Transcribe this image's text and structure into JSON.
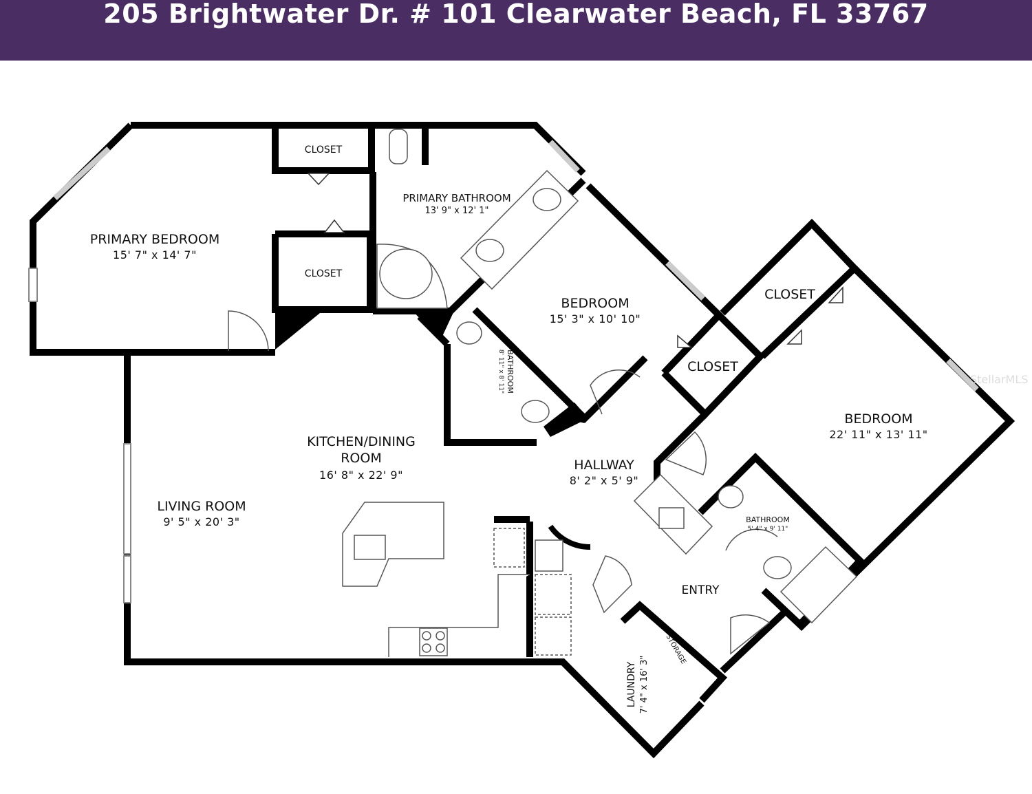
{
  "header": {
    "title": "205 Brightwater Dr. # 101 Clearwater Beach, FL 33767",
    "color": "#4a2d63"
  },
  "watermark": "StellarMLS",
  "rooms": {
    "primary_bedroom": {
      "name": "PRIMARY BEDROOM",
      "dims": "15' 7\" x 14' 7\""
    },
    "closet_top": {
      "name": "CLOSET"
    },
    "closet_mid": {
      "name": "CLOSET"
    },
    "primary_bath": {
      "name": "PRIMARY BATHROOM",
      "dims": "13' 9\" x 12' 1\""
    },
    "bedroom2": {
      "name": "BEDROOM",
      "dims": "15' 3\" x 10' 10\""
    },
    "bathroom_small": {
      "name": "BATHROOM",
      "dims": "8' 11\" x 8' 11\""
    },
    "closet_b2": {
      "name": "CLOSET"
    },
    "closet_b3": {
      "name": "CLOSET"
    },
    "bedroom3": {
      "name": "BEDROOM",
      "dims": "22' 11\" x 13' 11\""
    },
    "kitchen_line1": "KITCHEN/DINING",
    "kitchen_line2": "ROOM",
    "kitchen_dims": "16' 8\" x 22' 9\"",
    "hallway": {
      "name": "HALLWAY",
      "dims": "8' 2\" x 5' 9\""
    },
    "living": {
      "name": "LIVING ROOM",
      "dims": "9' 5\" x 20' 3\""
    },
    "bath3": {
      "name": "BATHROOM",
      "dims": "5' 4\" x 9' 11\""
    },
    "entry": {
      "name": "ENTRY"
    },
    "storage": {
      "name": "STORAGE"
    },
    "laundry": {
      "name": "LAUNDRY",
      "dims": "7' 4\" x 16' 3\""
    }
  }
}
